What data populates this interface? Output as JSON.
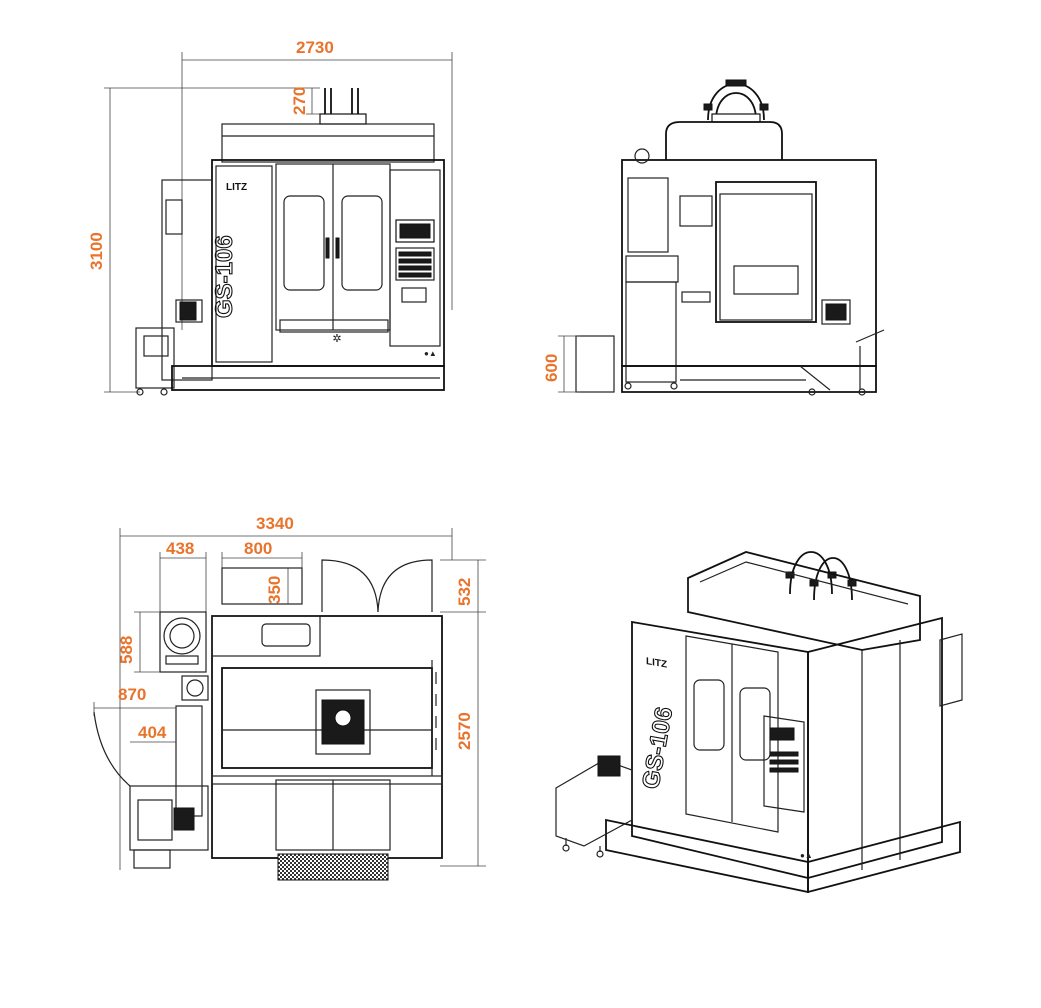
{
  "brand": "LITZ",
  "model": "GS-106",
  "colors": {
    "dimension_text": "#e8742c",
    "line": "#222222",
    "background": "#ffffff"
  },
  "front_view": {
    "width": "2730",
    "height": "3100",
    "chip_conveyor_height": "270"
  },
  "side_view": {
    "tank_height": "600"
  },
  "top_view": {
    "total_width": "3340",
    "coolant_width": "438",
    "electrical_width": "800",
    "electrical_depth": "350",
    "door_clearance": "532",
    "coolant_depth": "588",
    "conveyor_reach": "870",
    "conveyor_width": "404",
    "machine_depth": "2570"
  },
  "iso_view": {}
}
